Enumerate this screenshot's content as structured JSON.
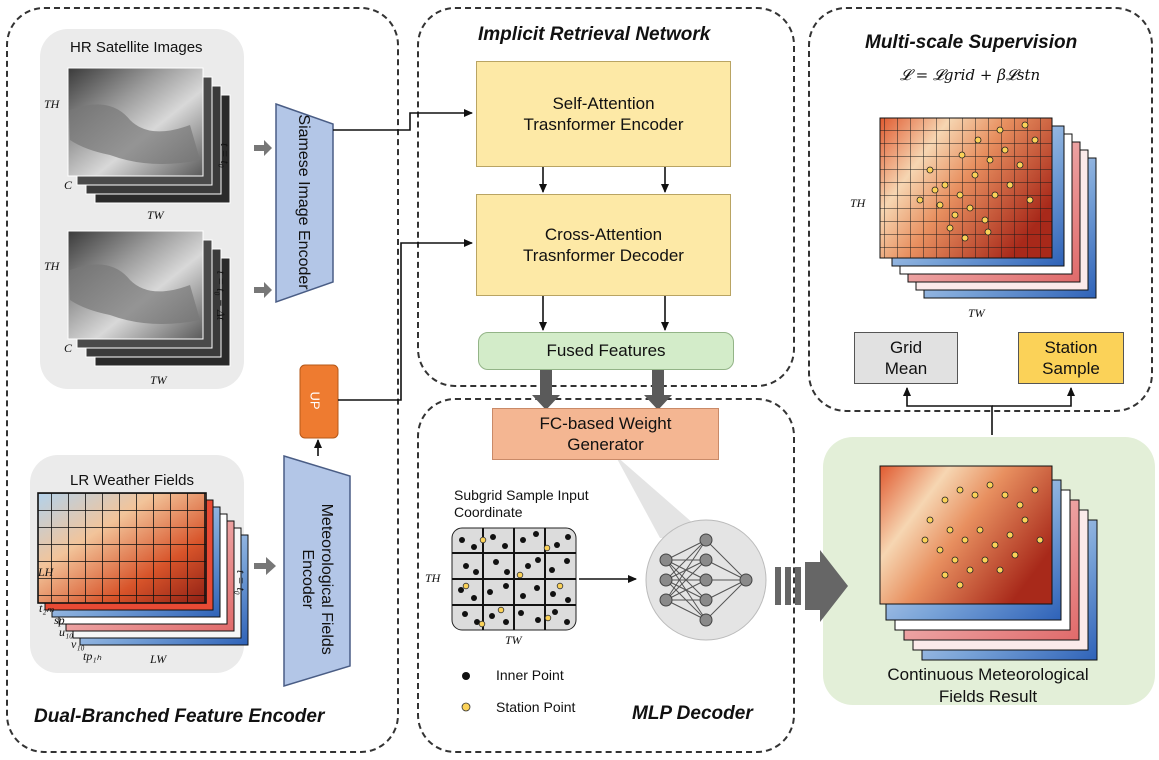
{
  "panels": {
    "encoder_title": "Dual-Branched Feature Encoder",
    "retrieval_title": "Implicit Retrieval Network",
    "supervision_title": "Multi-scale Supervision",
    "decoder_title": "MLP Decoder"
  },
  "encoder": {
    "hr_images_label": "HR Satellite Images",
    "lr_fields_label": "LR Weather Fields",
    "siamese_encoder": "Siamese Image Encoder",
    "met_encoder": "Meteorological Fields Encoder",
    "up_label": "UP",
    "th": "TH",
    "tw": "TW",
    "c": "C",
    "lh": "LH",
    "lw": "LW",
    "t0_label": "t = t₀",
    "t0_minus_label": "t = t₀ − Δt",
    "t_lr_label": "t = t₀",
    "var_t2m": "t₂ₘ",
    "var_sp": "sp",
    "var_u10": "u₁₀",
    "var_v10": "v₁₀",
    "var_tp1h": "tp₁ₕ"
  },
  "retrieval": {
    "self_attention": "Self-Attention Trasnformer Encoder",
    "cross_attention": "Cross-Attention Trasnformer Decoder",
    "fused_features": "Fused Features",
    "weight_generator": "FC-based Weight Generator"
  },
  "decoder": {
    "subgrid_label": "Subgrid Sample Input Coordinate",
    "th": "TH",
    "tw": "TW",
    "legend_inner": "Inner Point",
    "legend_station": "Station Point"
  },
  "supervision": {
    "formula": "𝓛 = 𝓛grid + β𝓛stn",
    "th": "TH",
    "tw": "TW",
    "grid_mean": "Grid Mean",
    "station_sample": "Station Sample"
  },
  "result": {
    "label": "Continuous Meteorological Fields Result"
  },
  "colors": {
    "yellow_box": "#fde9a6",
    "green_box": "#d3ecc9",
    "salmon_box": "#f4b692",
    "encoder_blue": "#b3c6e7",
    "up_orange": "#ee7b30",
    "station_gold": "#fbd258",
    "grid_grey": "#e1e1e1"
  }
}
